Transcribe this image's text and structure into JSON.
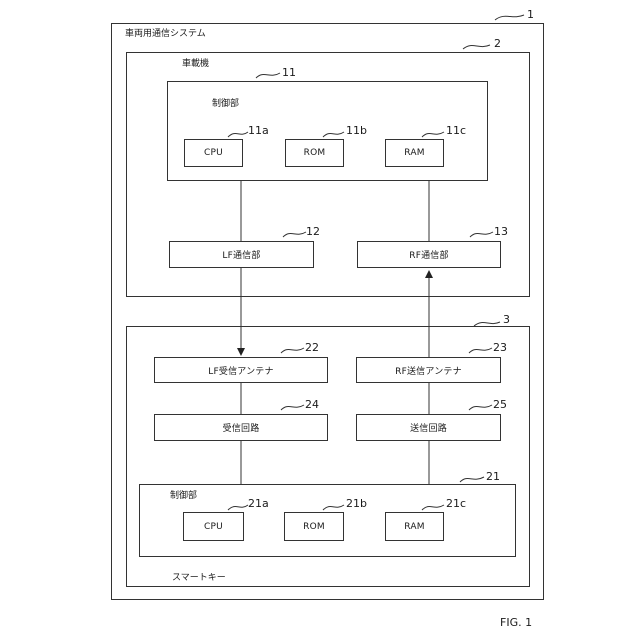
{
  "system": {
    "label": "車両用通信システム",
    "ref": "1"
  },
  "vehicle": {
    "label": "車載機",
    "ref": "2",
    "control": {
      "label": "制御部",
      "ref": "11",
      "cpu": {
        "label": "CPU",
        "ref": "11a"
      },
      "rom": {
        "label": "ROM",
        "ref": "11b"
      },
      "ram": {
        "label": "RAM",
        "ref": "11c"
      }
    },
    "lf_comm": {
      "label": "LF通信部",
      "ref": "12"
    },
    "rf_comm": {
      "label": "RF通信部",
      "ref": "13"
    }
  },
  "smartkey": {
    "label": "スマートキー",
    "ref": "3",
    "lf_antenna": {
      "label": "LF受信アンテナ",
      "ref": "22"
    },
    "rf_antenna": {
      "label": "RF送信アンテナ",
      "ref": "23"
    },
    "rx_circuit": {
      "label": "受信回路",
      "ref": "24"
    },
    "tx_circuit": {
      "label": "送信回路",
      "ref": "25"
    },
    "control": {
      "label": "制御部",
      "ref": "21",
      "cpu": {
        "label": "CPU",
        "ref": "21a"
      },
      "rom": {
        "label": "ROM",
        "ref": "21b"
      },
      "ram": {
        "label": "RAM",
        "ref": "21c"
      }
    }
  },
  "figure_label": "FIG. 1"
}
